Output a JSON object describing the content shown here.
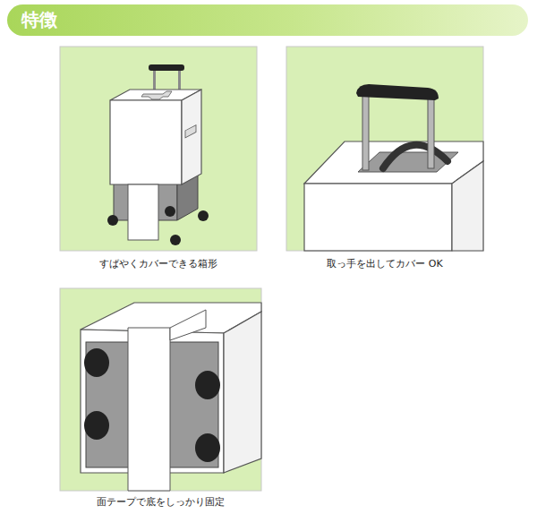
{
  "diagram": {
    "title": "特徴",
    "nodes": [
      {
        "text": [
          "すばやくカバーできる箱形"
        ]
      },
      {
        "text": [
          "取っ手を出してカバー OK"
        ]
      },
      {
        "text": [
          "面テープで底をしっかり固定"
        ]
      }
    ]
  }
}
